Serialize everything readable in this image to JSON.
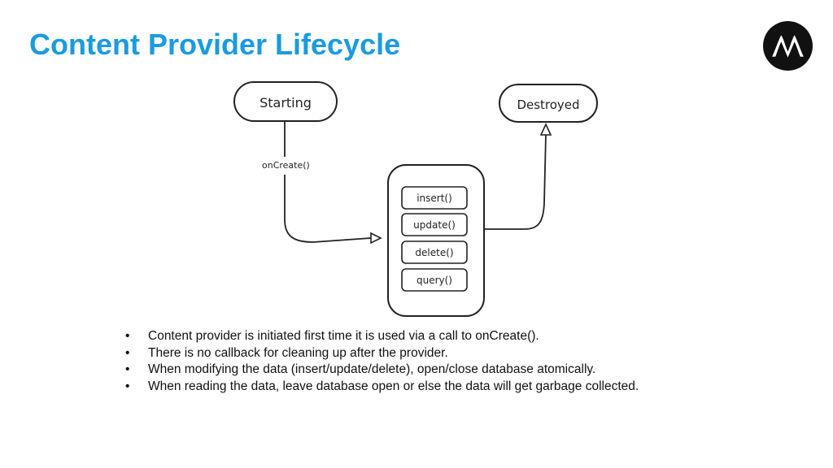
{
  "slide": {
    "title": "Content Provider Lifecycle"
  },
  "logo": {
    "icon": "motorola-batwing-logo",
    "background": "#111111",
    "foreground": "#ffffff"
  },
  "diagram": {
    "states": {
      "start": "Starting",
      "end": "Destroyed"
    },
    "transition_label": "onCreate()",
    "methods": [
      "insert()",
      "update()",
      "delete()",
      "query()"
    ]
  },
  "bullets": [
    "Content provider is initiated first time it is used via a call to onCreate().",
    "There is no callback for cleaning up after the provider.",
    "When modifying the data (insert/update/delete), open/close database atomically.",
    "When reading the data, leave database open or else the data will get garbage collected."
  ],
  "colors": {
    "title": "#1a9be0",
    "text": "#111111",
    "stroke": "#222222"
  }
}
